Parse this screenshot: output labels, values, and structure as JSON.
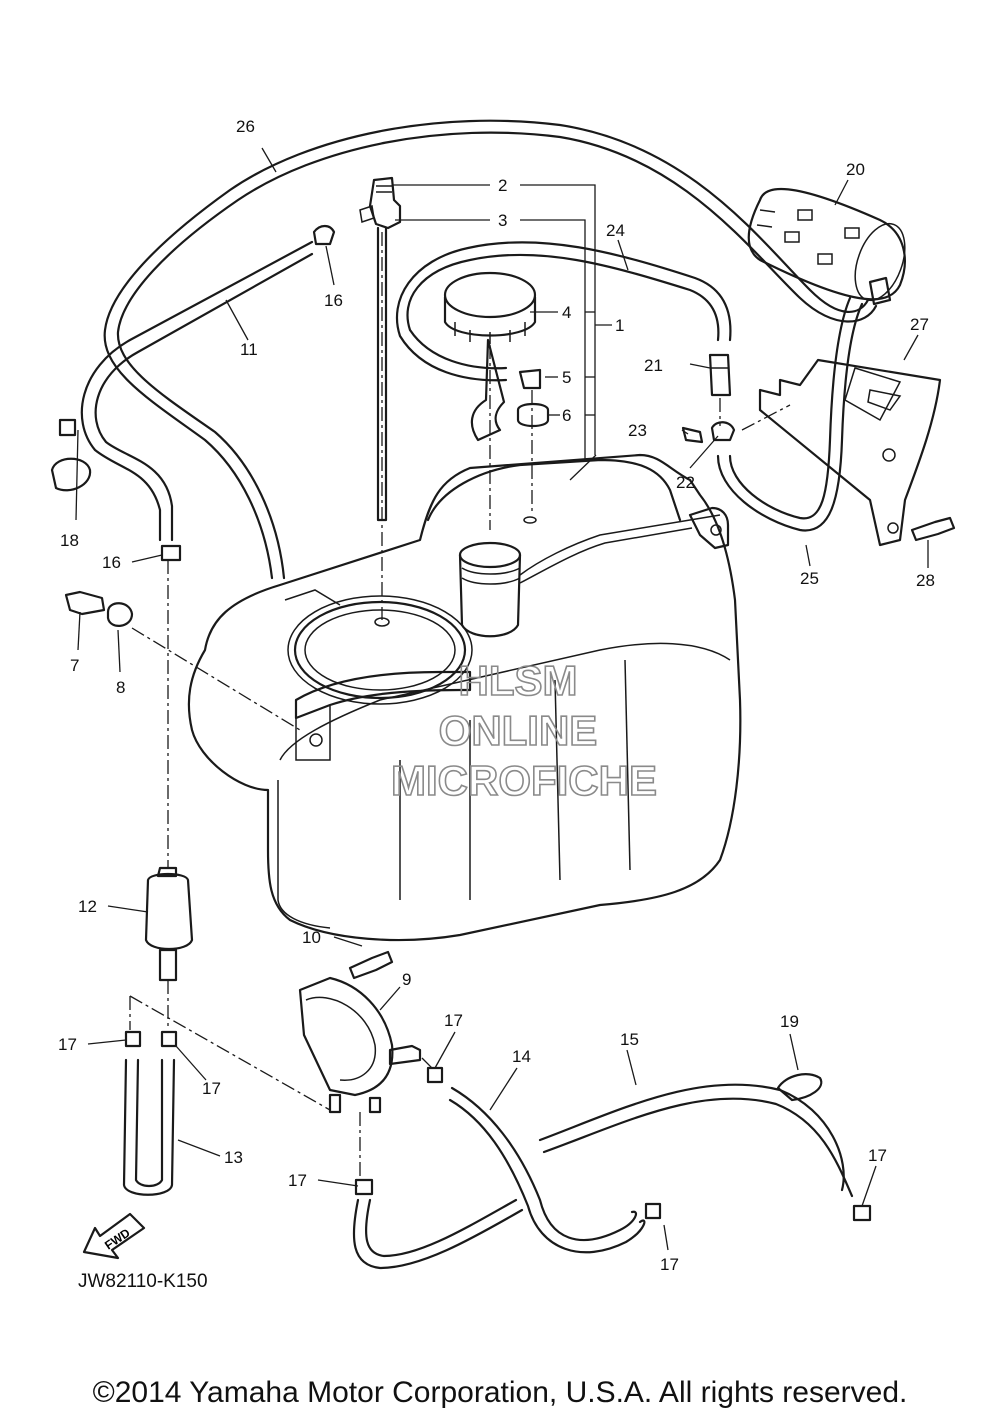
{
  "diagram": {
    "callouts": [
      {
        "id": "c1",
        "text": "1"
      },
      {
        "id": "c2",
        "text": "2"
      },
      {
        "id": "c3",
        "text": "3"
      },
      {
        "id": "c4",
        "text": "4"
      },
      {
        "id": "c5",
        "text": "5"
      },
      {
        "id": "c6",
        "text": "6"
      },
      {
        "id": "c7",
        "text": "7"
      },
      {
        "id": "c8",
        "text": "8"
      },
      {
        "id": "c9",
        "text": "9"
      },
      {
        "id": "c10",
        "text": "10"
      },
      {
        "id": "c11",
        "text": "11"
      },
      {
        "id": "c12",
        "text": "12"
      },
      {
        "id": "c13",
        "text": "13"
      },
      {
        "id": "c14",
        "text": "14"
      },
      {
        "id": "c15",
        "text": "15"
      },
      {
        "id": "c16a",
        "text": "16"
      },
      {
        "id": "c16b",
        "text": "16"
      },
      {
        "id": "c17a",
        "text": "17"
      },
      {
        "id": "c17b",
        "text": "17"
      },
      {
        "id": "c17c",
        "text": "17"
      },
      {
        "id": "c17d",
        "text": "17"
      },
      {
        "id": "c17e",
        "text": "17"
      },
      {
        "id": "c17f",
        "text": "17"
      },
      {
        "id": "c18",
        "text": "18"
      },
      {
        "id": "c19",
        "text": "19"
      },
      {
        "id": "c20",
        "text": "20"
      },
      {
        "id": "c21",
        "text": "21"
      },
      {
        "id": "c22",
        "text": "22"
      },
      {
        "id": "c23",
        "text": "23"
      },
      {
        "id": "c24",
        "text": "24"
      },
      {
        "id": "c25",
        "text": "25"
      },
      {
        "id": "c26",
        "text": "26"
      },
      {
        "id": "c27",
        "text": "27"
      },
      {
        "id": "c28",
        "text": "28"
      }
    ],
    "fwd_label": "FWD",
    "diagram_code": "JW82110-K150",
    "watermark": [
      "HLSM",
      "ONLINE",
      "MICROFICHE"
    ]
  },
  "footer": {
    "copyright": "©2014 Yamaha Motor Corporation, U.S.A. All rights reserved."
  }
}
